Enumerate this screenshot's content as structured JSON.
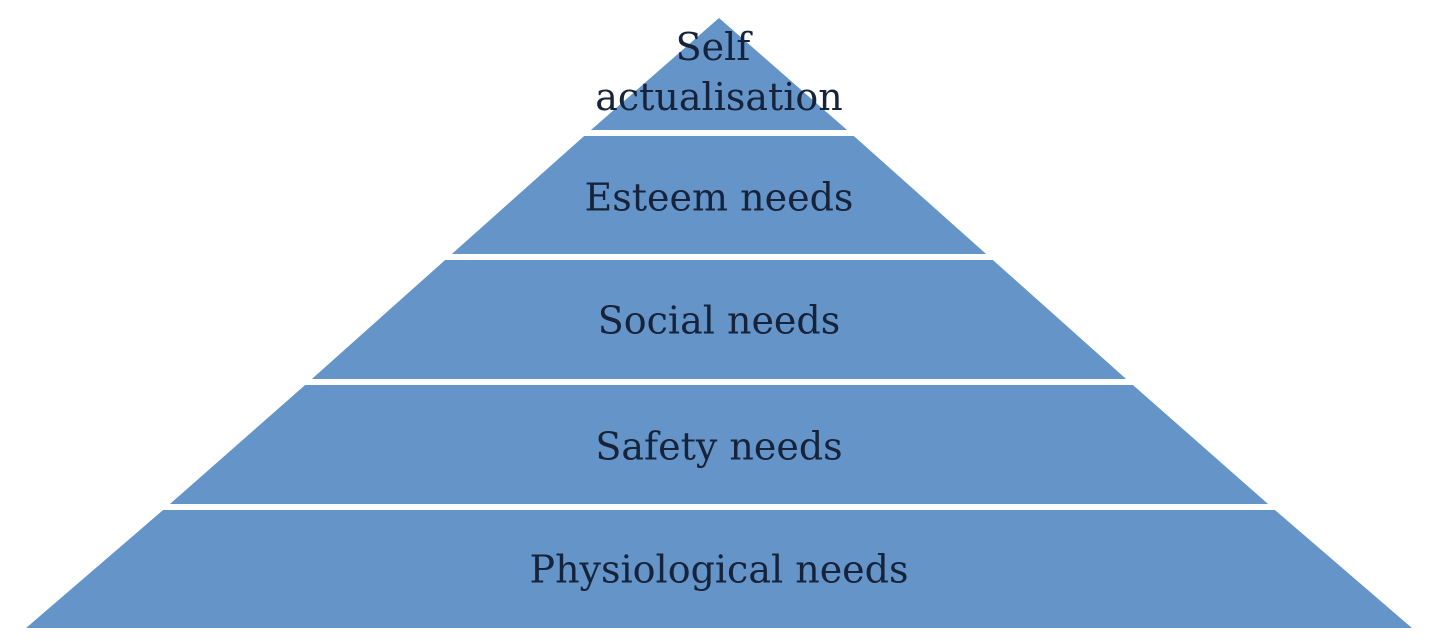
{
  "diagram": {
    "type": "pyramid",
    "fill_color": "#6494c8",
    "separator_color": "#ffffff",
    "text_color": "#16233a",
    "levels": [
      {
        "label_lines": [
          "Self",
          "actualisation"
        ]
      },
      {
        "label_lines": [
          "Esteem needs"
        ]
      },
      {
        "label_lines": [
          "Social needs"
        ]
      },
      {
        "label_lines": [
          "Safety needs"
        ]
      },
      {
        "label_lines": [
          "Physiological needs"
        ]
      }
    ]
  }
}
